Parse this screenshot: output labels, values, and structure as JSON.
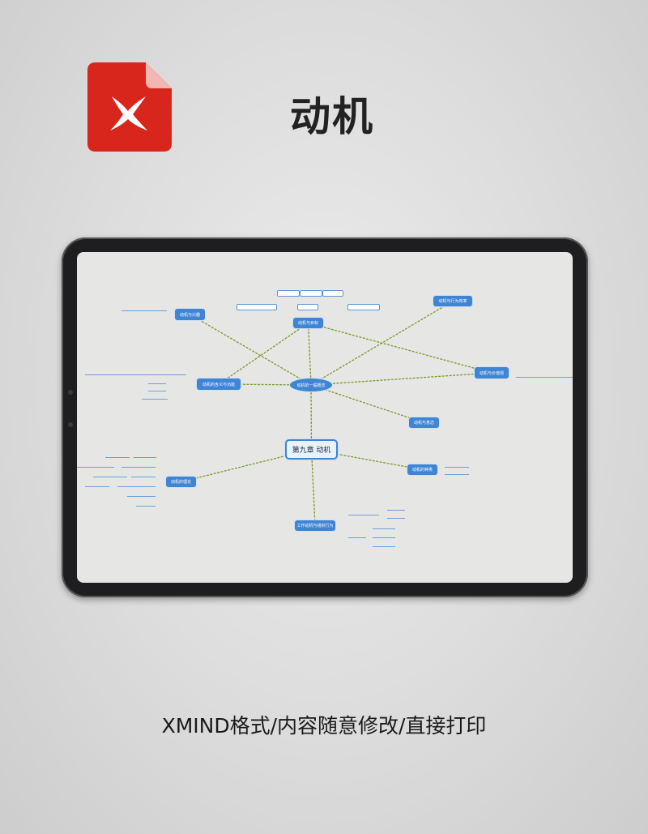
{
  "header": {
    "title": "动机",
    "logo_icon": "xmind-file-icon",
    "logo_letter": "X",
    "logo_color": "#d8261c"
  },
  "mindmap": {
    "central": "第九章 动机",
    "nodes": {
      "general": "动机的一般概念",
      "goal": "动机与目标",
      "interest": "动机与兴趣",
      "meaning": "动机的含义与功能",
      "efficiency": "动机与行为效率",
      "values": "动机与价值观",
      "will": "动机与意志",
      "types": "动机的种类",
      "theory": "动机的理论",
      "work": "工作动机与组织行为"
    },
    "node_color": "#3f85d4",
    "connector_color": "#7a9a2a"
  },
  "footer": {
    "text": "XMIND格式/内容随意修改/直接打印"
  }
}
